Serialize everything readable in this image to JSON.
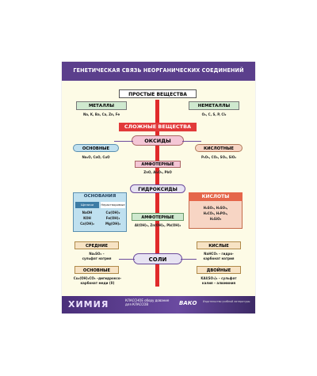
{
  "title": "ГЕНЕТИЧЕСКАЯ СВЯЗЬ НЕОРГАНИЧЕСКИХ СОЕДИНЕНИЙ",
  "simple": {
    "title": "ПРОСТЫЕ ВЕЩЕСТВА",
    "metals": "МЕТАЛЛЫ",
    "metals_formula": "Na, K, Ba, Ca, Zn, Fe",
    "nonmetals": "НЕМЕТАЛЛЫ",
    "nonmetals_formula": "O₂, C, S, P, Cl₂"
  },
  "complex": {
    "title": "СЛОЖНЫЕ ВЕЩЕСТВА"
  },
  "oxides": {
    "title": "ОКСИДЫ",
    "basic": "ОСНОВНЫЕ",
    "basic_formula": "Na₂O, CaO, CuO",
    "acidic": "КИСЛОТНЫЕ",
    "acidic_formula": "P₂O₅, CO₂, SO₂, SiO₂",
    "amphoteric": "АМФОТЕРНЫЕ",
    "amphoteric_formula": "ZnO, Al₂O₃, PbO"
  },
  "hydroxides": {
    "title": "ГИДРОКСИДЫ",
    "bases": "ОСНОВАНИЯ",
    "soluble": "Щелочи",
    "insoluble": "Нерастворимые",
    "soluble_formula": [
      "NaOH",
      "KOH",
      "Ca(OH)₂"
    ],
    "insoluble_formula": [
      "Cu(OH)₂",
      "Fe(OH)₃",
      "Mg(OH)₂"
    ],
    "acids": "КИСЛОТЫ",
    "acids_formula": [
      "H₂SO₄, H₂SO₃,",
      "H₂CO₃, H₃PO₄,",
      "H₂SiO₃"
    ],
    "amphoteric": "АМФОТЕРНЫЕ",
    "amphoteric_formula": "Al(OH)₃, Zn(OH)₂, Pb(OH)₂"
  },
  "salts": {
    "title": "СОЛИ",
    "middle": "СРЕДНИЕ",
    "middle_formula": "Na₂SO₄ –",
    "middle_desc": "сульфат натрия",
    "basic": "ОСНОВНЫЕ",
    "basic_formula": "Cu₂(OH)₂CO₃ –дигидроксо-",
    "basic_desc": "карбонат меди (II)",
    "acidic": "КИСЛЫЕ",
    "acidic_formula": "NaHCO₃ – гидро-",
    "acidic_desc": "карбонат натрия",
    "double": "ДВОЙНЫЕ",
    "double_formula": "KAl(SO₄)₂ – сульфат",
    "double_desc": "калия – алюминия"
  },
  "footer": {
    "subject": "ХИМИЯ",
    "mid_line1": "КЛАССНОЕ обору дование",
    "mid_line2": "для КЛАССОВ",
    "logo": "ВАКО",
    "pub": "Издательство учебной литературы"
  },
  "colors": {
    "banner": "#5b3f8c",
    "red": "#e23a3a",
    "purple": "#6b4a9c",
    "pink": "#f4c6d6",
    "blue": "#bfe0ef",
    "green": "#cfe9cf",
    "peach": "#f7d5c4"
  }
}
